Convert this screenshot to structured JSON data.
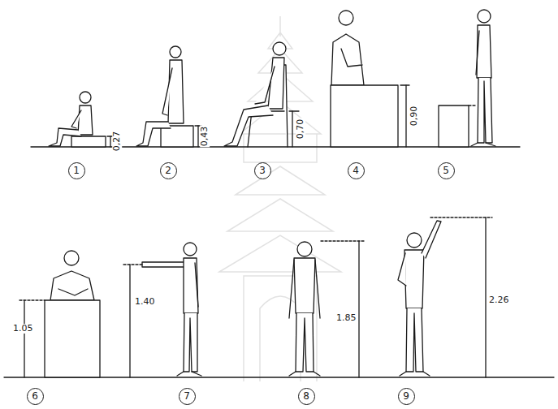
{
  "diagram": {
    "nodes": [
      {
        "text": [
          "1"
        ]
      },
      {
        "text": [
          "2"
        ]
      },
      {
        "text": [
          "3"
        ]
      },
      {
        "text": [
          "4"
        ]
      },
      {
        "text": [
          "5"
        ]
      },
      {
        "text": [
          "6"
        ]
      },
      {
        "text": [
          "7"
        ]
      },
      {
        "text": [
          "8"
        ]
      },
      {
        "text": [
          "9"
        ]
      }
    ],
    "labels": [
      "0,27",
      "0,43",
      "0,70",
      "0,90",
      "1.05",
      "1.40",
      "1.85",
      "2.26"
    ]
  }
}
